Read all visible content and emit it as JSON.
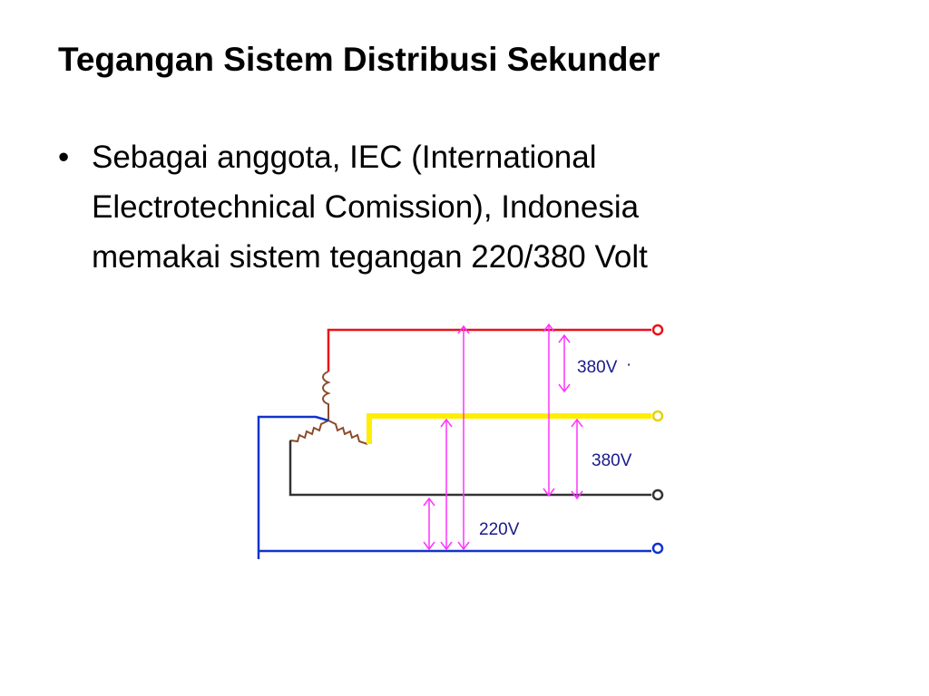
{
  "slide": {
    "title": "Tegangan Sistem Distribusi Sekunder",
    "bullet_symbol": "•",
    "bullet_lines": [
      "Sebagai anggota, IEC (International",
      "Electrotechnical Comission), Indonesia",
      "memakai sistem tegangan 220/380 Volt"
    ]
  },
  "diagram": {
    "labels": {
      "upper_line_voltage": "380V",
      "upper_dot": "·",
      "lower_line_voltage": "380V",
      "phase_voltage": "220V"
    },
    "colors": {
      "phase_r": "#e8111a",
      "phase_s": "#ffee00",
      "phase_t": "#333333",
      "neutral": "#1133cc",
      "measurement": "#ff33ff",
      "label_text": "#1a1a8c",
      "winding": "#8b4a2b"
    }
  }
}
